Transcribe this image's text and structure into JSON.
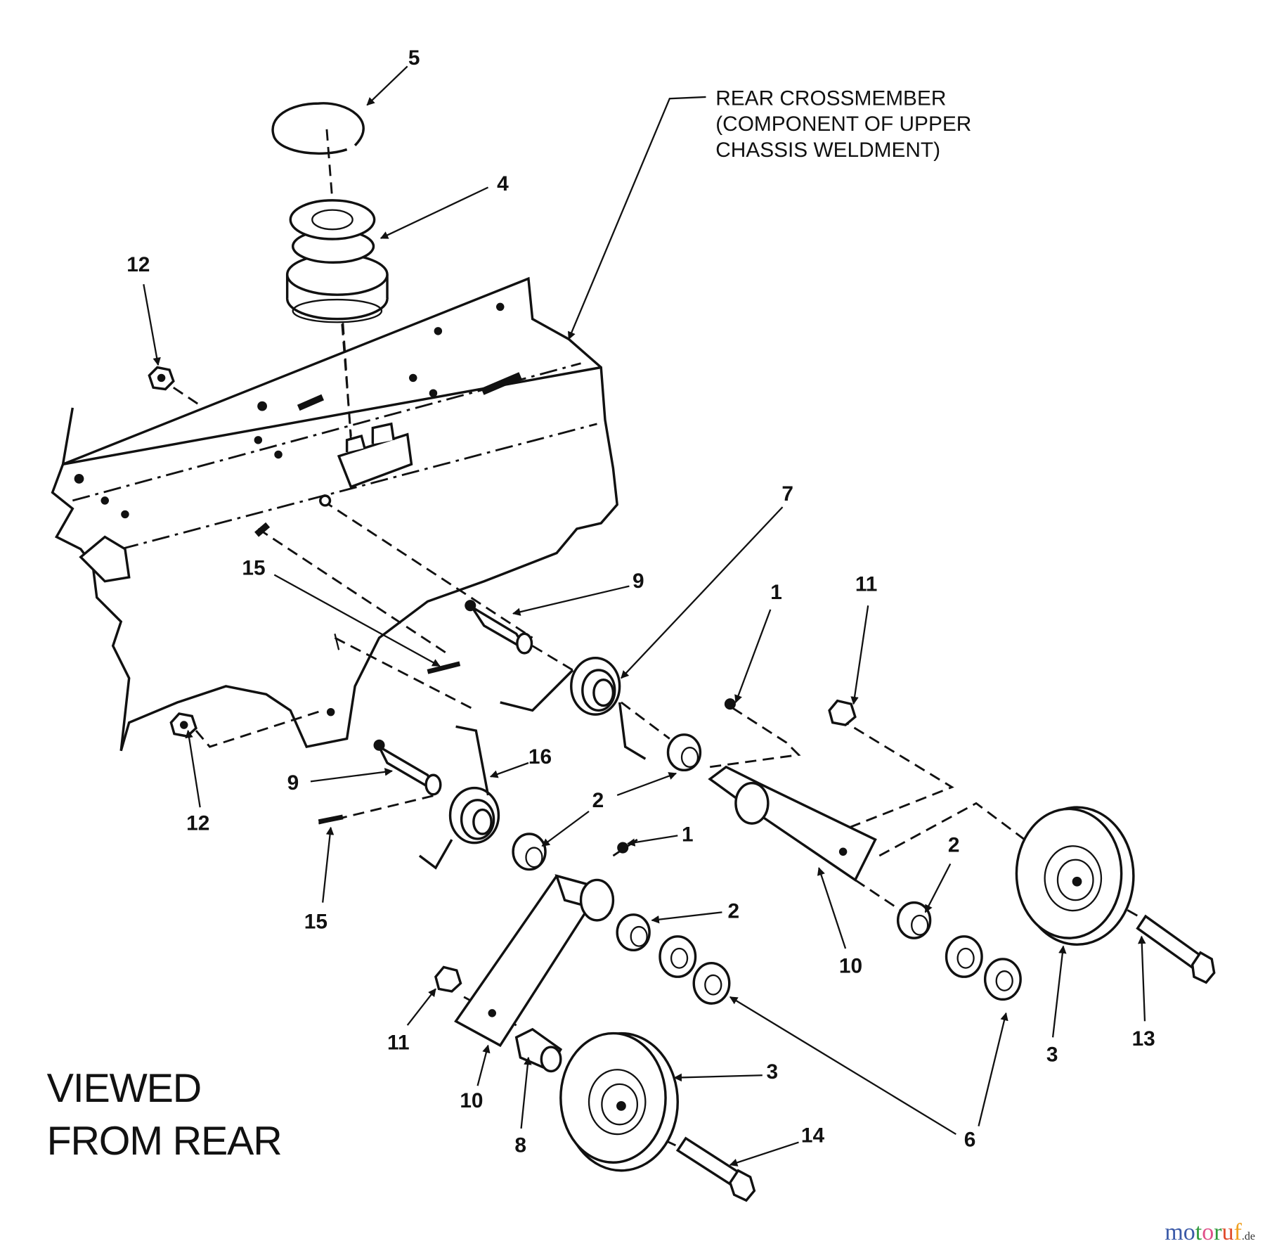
{
  "diagram": {
    "note_lines": [
      "REAR CROSSMEMBER",
      "(COMPONENT OF UPPER",
      "CHASSIS WELDMENT)"
    ],
    "view_label_lines": [
      "VIEWED",
      "FROM REAR"
    ],
    "callouts": [
      "5",
      "4",
      "12",
      "7",
      "9",
      "15",
      "1",
      "11",
      "16",
      "9",
      "2",
      "12",
      "15",
      "1",
      "2",
      "2",
      "10",
      "3",
      "13",
      "6",
      "11",
      "10",
      "8",
      "3",
      "14"
    ],
    "watermark": {
      "text": "motoruf",
      "suffix": ".de",
      "colors": [
        "#3b5aa8",
        "#3b5aa8",
        "#2f9a3c",
        "#e0508a",
        "#2f9a3c",
        "#e04a2a",
        "#f0a020"
      ]
    }
  }
}
